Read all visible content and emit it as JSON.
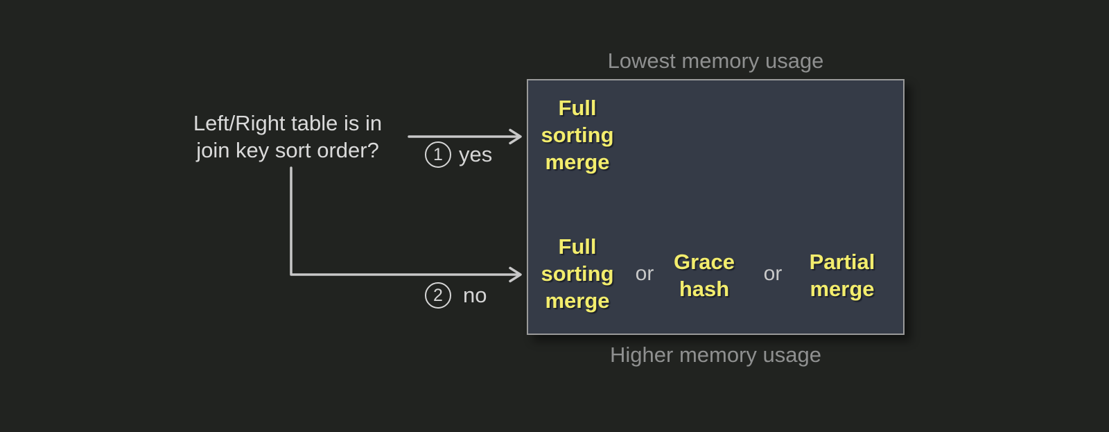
{
  "diagram": {
    "question": {
      "line1": "Left/Right table is in",
      "line2": "join key sort order?"
    },
    "branches": [
      {
        "number": "1",
        "label": "yes"
      },
      {
        "number": "2",
        "label": "no"
      }
    ],
    "captions": {
      "top": "Lowest memory usage",
      "bottom": "Higher memory usage"
    },
    "box": {
      "sorted_algorithm": "Full sorting merge",
      "unsorted_algorithms": [
        "Full sorting merge",
        "Grace hash",
        "Partial merge"
      ],
      "separator": "or"
    },
    "colors": {
      "background": "#212320",
      "box_fill": "#353b47",
      "box_border": "#9a9a9a",
      "algorithm_text": "#f3ed6d",
      "caption_text": "#8f9090",
      "question_text": "#dadada",
      "arrow": "#c8c8c8"
    }
  }
}
